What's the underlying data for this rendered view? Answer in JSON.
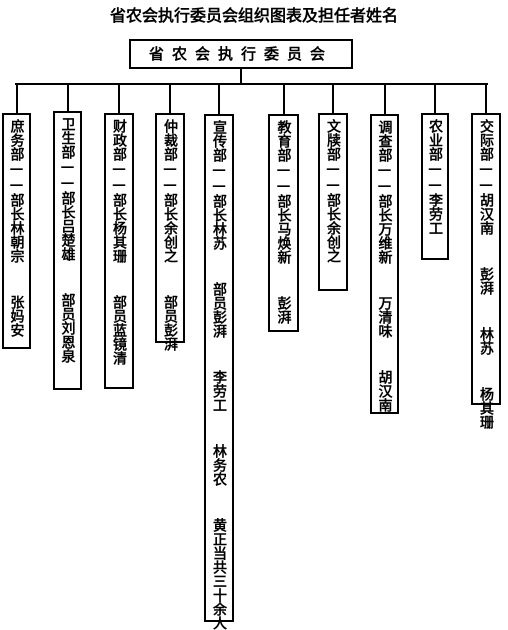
{
  "title": "省农会执行委员会组织图表及担任者姓名",
  "root": "省农会执行委员会",
  "departments": [
    {
      "text": "庶务部——部长林朝宗  张妈安"
    },
    {
      "text": "卫生部——部长吕楚雄  部员刘恩泉"
    },
    {
      "text": "财政部——部长杨其珊  部员蓝镜清"
    },
    {
      "text": "仲裁部——部长余创之  部员彭湃"
    },
    {
      "text": "宣传部——部长林苏  部员彭湃  李劳工  林务农  黄正当共三十余人"
    },
    {
      "text": "教育部——部长马焕新  彭湃"
    },
    {
      "text": "文牍部——部长余创之"
    },
    {
      "text": "调查部——部长万维新  万清味  胡汉南"
    },
    {
      "text": "农业部——李劳工"
    },
    {
      "text": "交际部——胡汉南  彭湃  林苏  杨其珊"
    }
  ]
}
